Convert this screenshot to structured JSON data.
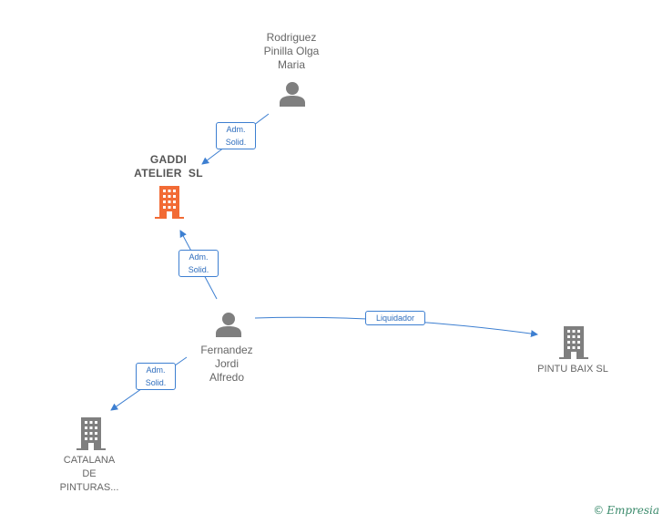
{
  "nodes": {
    "rodriguez": {
      "label_lines": [
        "Rodriguez",
        "Pinilla Olga",
        "Maria"
      ],
      "icon": "person-icon"
    },
    "gaddi": {
      "label_lines": [
        "GADDI",
        "ATELIER  SL"
      ],
      "icon": "building-icon",
      "color": "#f26b35"
    },
    "fernandez": {
      "label_lines": [
        "Fernandez",
        "Jordi",
        "Alfredo"
      ],
      "icon": "person-icon"
    },
    "pintu": {
      "label_lines": [
        "PINTU BAIX SL"
      ],
      "icon": "building-icon"
    },
    "catalana": {
      "label_lines": [
        "CATALANA",
        "DE",
        "PINTURAS..."
      ],
      "icon": "building-icon"
    }
  },
  "edges": [
    {
      "from": "rodriguez",
      "to": "gaddi",
      "label": "Adm. Solid."
    },
    {
      "from": "fernandez",
      "to": "gaddi",
      "label": "Adm. Solid."
    },
    {
      "from": "fernandez",
      "to": "pintu",
      "label": "Liquidador"
    },
    {
      "from": "fernandez",
      "to": "catalana",
      "label": "Adm. Solid."
    }
  ],
  "colors": {
    "edge": "#3d7fd1",
    "icon_gray": "#7f7f7f",
    "highlight": "#f26b35"
  },
  "brand": {
    "copyright": "©",
    "name": "Empresia"
  }
}
